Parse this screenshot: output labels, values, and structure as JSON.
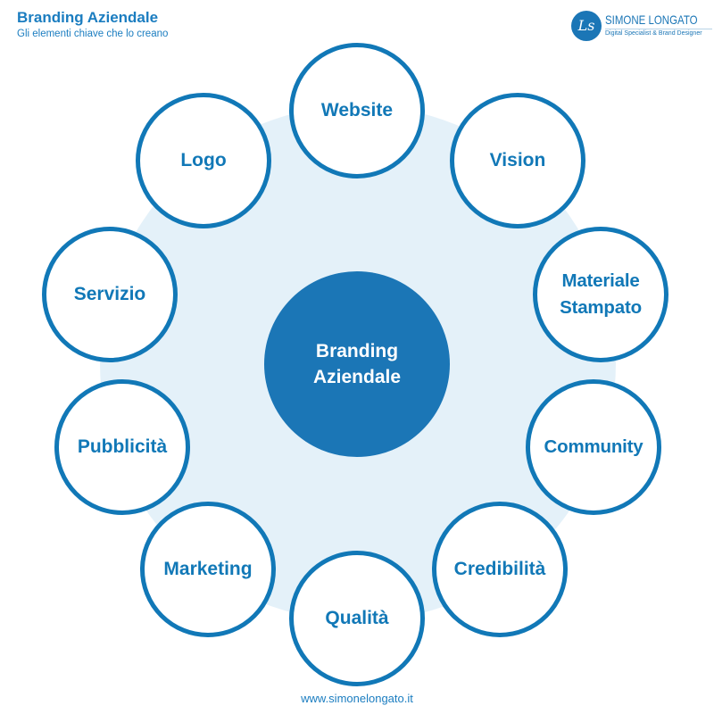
{
  "header": {
    "title": "Branding Aziendale",
    "subtitle": "Gli elementi chiave che lo creano"
  },
  "brand": {
    "monogram": "Ls",
    "name": "SIMONE LONGATO",
    "tagline": "Digital Specialist & Brand Designer"
  },
  "diagram": {
    "center": "Branding Aziendale",
    "nodes": [
      {
        "label": "Website"
      },
      {
        "label": "Vision"
      },
      {
        "label": "Materiale Stampato"
      },
      {
        "label": "Community"
      },
      {
        "label": "Credibilità"
      },
      {
        "label": "Qualità"
      },
      {
        "label": "Marketing"
      },
      {
        "label": "Pubblicità"
      },
      {
        "label": "Servizio"
      },
      {
        "label": "Logo"
      }
    ]
  },
  "colors": {
    "primary": "#1178b7",
    "halo": "#e4f1f9",
    "hub": "#1b76b6"
  },
  "footer": {
    "url": "www.simonelongato.it"
  }
}
